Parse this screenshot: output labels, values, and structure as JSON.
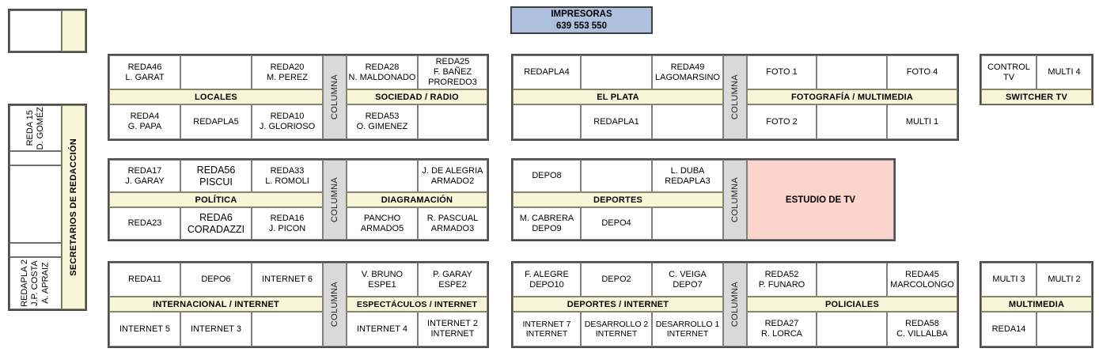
{
  "printers": {
    "title": "IMPRESORAS",
    "numbers": "639  553  550",
    "color": "#adc0dd"
  },
  "colors": {
    "band": "#f7f6d8",
    "columna": "#d9d9d9",
    "studio": "#fbd5cb",
    "cell": "#ffffff",
    "border": "#808080"
  },
  "columna_label": "COLUMNA",
  "left_sidebar": {
    "top_box": {
      "left_cell": "",
      "right_strip": ""
    },
    "band_label": "SECRETARIOS DE REDACCIÓN",
    "cells": [
      {
        "text": "REDA 15\nD. GOMÉZ"
      },
      {
        "text": ""
      },
      {
        "text": ""
      },
      {
        "text": ""
      },
      {
        "text": "REDAPLA 2\nJ.P. COSTA\nA. APRAIZ"
      }
    ]
  },
  "blocks": [
    {
      "id": "locales",
      "band": "LOCALES",
      "top": [
        "REDA46\nL. GARAT",
        "",
        "REDA20\nM. PEREZ"
      ],
      "bottom": [
        "REDA4\nG. PAPA",
        "REDAPLA5",
        "REDA10\nJ. GLORIOSO"
      ]
    },
    {
      "id": "sociedad-radio",
      "band": "SOCIEDAD / RADIO",
      "top": [
        "REDA28\nN. MALDONADO",
        "REDA25\nF. BAÑEZ\nPROREDO3"
      ],
      "bottom": [
        "REDA53\nO. GIMENEZ",
        ""
      ]
    },
    {
      "id": "el-plata",
      "band": "EL PLATA",
      "top": [
        "REDAPLA4",
        "",
        "REDA49\nLAGOMARSINO"
      ],
      "bottom": [
        "",
        "REDAPLA1",
        ""
      ]
    },
    {
      "id": "fotografia-multimedia",
      "band": "FOTOGRAFÍA / MULTIMEDIA",
      "top": [
        "FOTO 1",
        "",
        "FOTO 4"
      ],
      "bottom": [
        "FOTO 2",
        "",
        "MULTI 1"
      ]
    },
    {
      "id": "switcher-tv",
      "band": "SWITCHER TV",
      "top": [
        "CONTROL TV",
        "MULTI 4"
      ],
      "bottom": []
    },
    {
      "id": "politica",
      "band": "POLÍTICA",
      "top": [
        "REDA17\nJ. GARAY",
        "REDA56\nPISCUI",
        "REDA33\nL. ROMOLI"
      ],
      "bottom": [
        "REDA23",
        "REDA6\nCORADAZZI",
        "REDA16\nJ. PICON"
      ]
    },
    {
      "id": "diagramacion",
      "band": "DIAGRAMACIÓN",
      "top": [
        "",
        "J. DE ALEGRIA\nARMADO2"
      ],
      "bottom": [
        "PANCHO\nARMADO5",
        "R. PASCUAL\nARMADO3"
      ]
    },
    {
      "id": "deportes",
      "band": "DEPORTES",
      "top": [
        "DEPO8",
        "",
        "L. DUBA\nREDAPLA3"
      ],
      "bottom": [
        "M. CABRERA\nDEPO9",
        "DEPO4",
        ""
      ]
    },
    {
      "id": "estudio-de-tv",
      "band": "ESTUDIO DE TV",
      "top": [],
      "bottom": []
    },
    {
      "id": "internacional-internet",
      "band": "INTERNACIONAL / INTERNET",
      "top": [
        "REDA11",
        "DEPO6",
        "INTERNET 6"
      ],
      "bottom": [
        "INTERNET 5",
        "INTERNET 3",
        ""
      ]
    },
    {
      "id": "espectaculos-internet",
      "band": "ESPECTÁCULOS / INTERNET",
      "top": [
        "V. BRUNO\nESPE1",
        "P. GARAY\nESPE2"
      ],
      "bottom": [
        "INTERNET 4",
        "INTERNET 2\nINTERNET"
      ]
    },
    {
      "id": "deportes-internet",
      "band": "DEPORTES / INTERNET",
      "top": [
        "F. ALEGRE\nDEPO10",
        "DEPO2",
        "C. VEIGA\nDEPO7"
      ],
      "bottom": [
        "INTERNET 7\nINTERNET",
        "DESARROLLO 2\nINTERNET",
        "DESARROLLO 1\nINTERNET"
      ]
    },
    {
      "id": "policiales",
      "band": "POLICIALES",
      "top": [
        "REDA52\nP. FUNARO",
        "",
        "REDA45\nMARCOLONGO"
      ],
      "bottom": [
        "REDA27\nR. LORCA",
        "",
        "REDA58\nC. VILLALBA"
      ]
    },
    {
      "id": "multimedia",
      "band": "MULTIMEDIA",
      "top": [
        "MULTI 3",
        "MULTI 2"
      ],
      "bottom": [
        "REDA14",
        ""
      ]
    }
  ]
}
